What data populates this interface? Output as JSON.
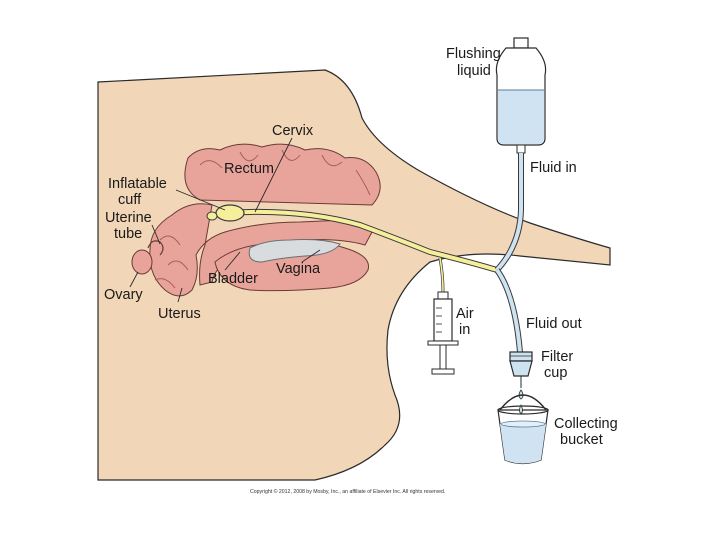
{
  "labels": {
    "flushing_liquid_line1": "Flushing",
    "flushing_liquid_line2": "liquid",
    "fluid_in": "Fluid in",
    "cervix": "Cervix",
    "rectum": "Rectum",
    "inflatable_cuff_line1": "Inflatable",
    "inflatable_cuff_line2": "cuff",
    "uterine_tube_line1": "Uterine",
    "uterine_tube_line2": "tube",
    "vagina": "Vagina",
    "bladder": "Bladder",
    "ovary": "Ovary",
    "uterus": "Uterus",
    "air_in_line1": "Air",
    "air_in_line2": "in",
    "fluid_out": "Fluid out",
    "filter_cup_line1": "Filter",
    "filter_cup_line2": "cup",
    "collecting_bucket_line1": "Collecting",
    "collecting_bucket_line2": "bucket"
  },
  "copyright": "Copyright © 2012, 2008 by Mosby, Inc., an affiliate of Elsevier Inc. All rights reserved.",
  "colors": {
    "body": "#f2d6b8",
    "organ": "#e8a49b",
    "organ_dark": "#c9746c",
    "liquid": "#cfe3f3",
    "tube_yellow": "#f5ee9a",
    "tube_blue": "#cde3f2",
    "vagina_gray": "#d9dcdf"
  }
}
